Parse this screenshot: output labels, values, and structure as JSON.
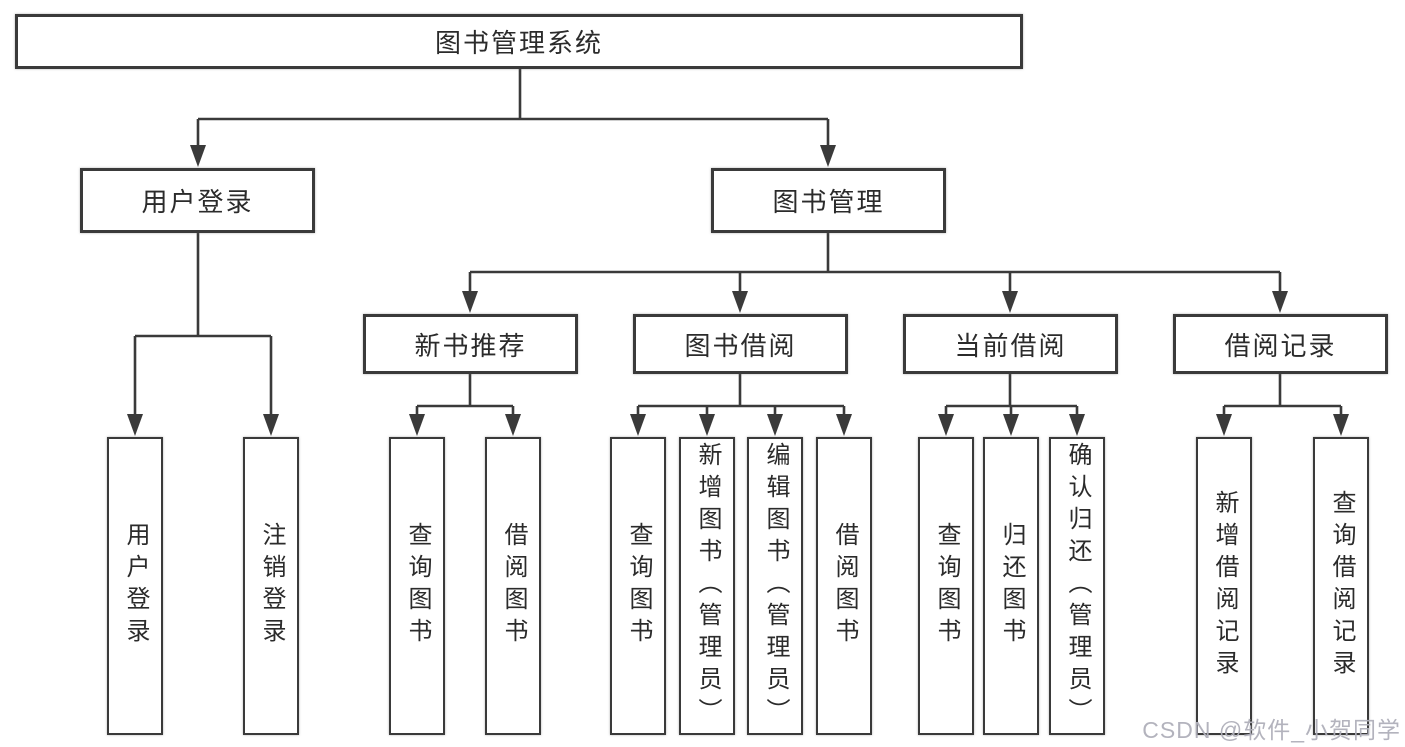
{
  "diagram_title": "图书管理系统",
  "tree": {
    "root": {
      "label": "图书管理系统"
    },
    "branches": [
      {
        "label": "用户登录",
        "children": [
          {
            "label": "用户登录"
          },
          {
            "label": "注销登录"
          }
        ]
      },
      {
        "label": "图书管理",
        "groups": [
          {
            "label": "新书推荐",
            "children": [
              {
                "label": "查询图书"
              },
              {
                "label": "借阅图书"
              }
            ]
          },
          {
            "label": "图书借阅",
            "children": [
              {
                "label": "查询图书"
              },
              {
                "label": "新增图书（管理员）"
              },
              {
                "label": "编辑图书（管理员）"
              },
              {
                "label": "借阅图书"
              }
            ]
          },
          {
            "label": "当前借阅",
            "children": [
              {
                "label": "查询图书"
              },
              {
                "label": "归还图书"
              },
              {
                "label": "确认归还（管理员）"
              }
            ]
          },
          {
            "label": "借阅记录",
            "children": [
              {
                "label": "新增借阅记录"
              },
              {
                "label": "查询借阅记录"
              }
            ]
          }
        ]
      }
    ]
  },
  "watermark": {
    "text": "CSDN @软件_小贺同学"
  },
  "colors": {
    "line": "#3a3a3a",
    "node_border": "#3a3a3a",
    "text": "#2b2b2b",
    "background": "#ffffff",
    "watermark": "#afafb9"
  }
}
